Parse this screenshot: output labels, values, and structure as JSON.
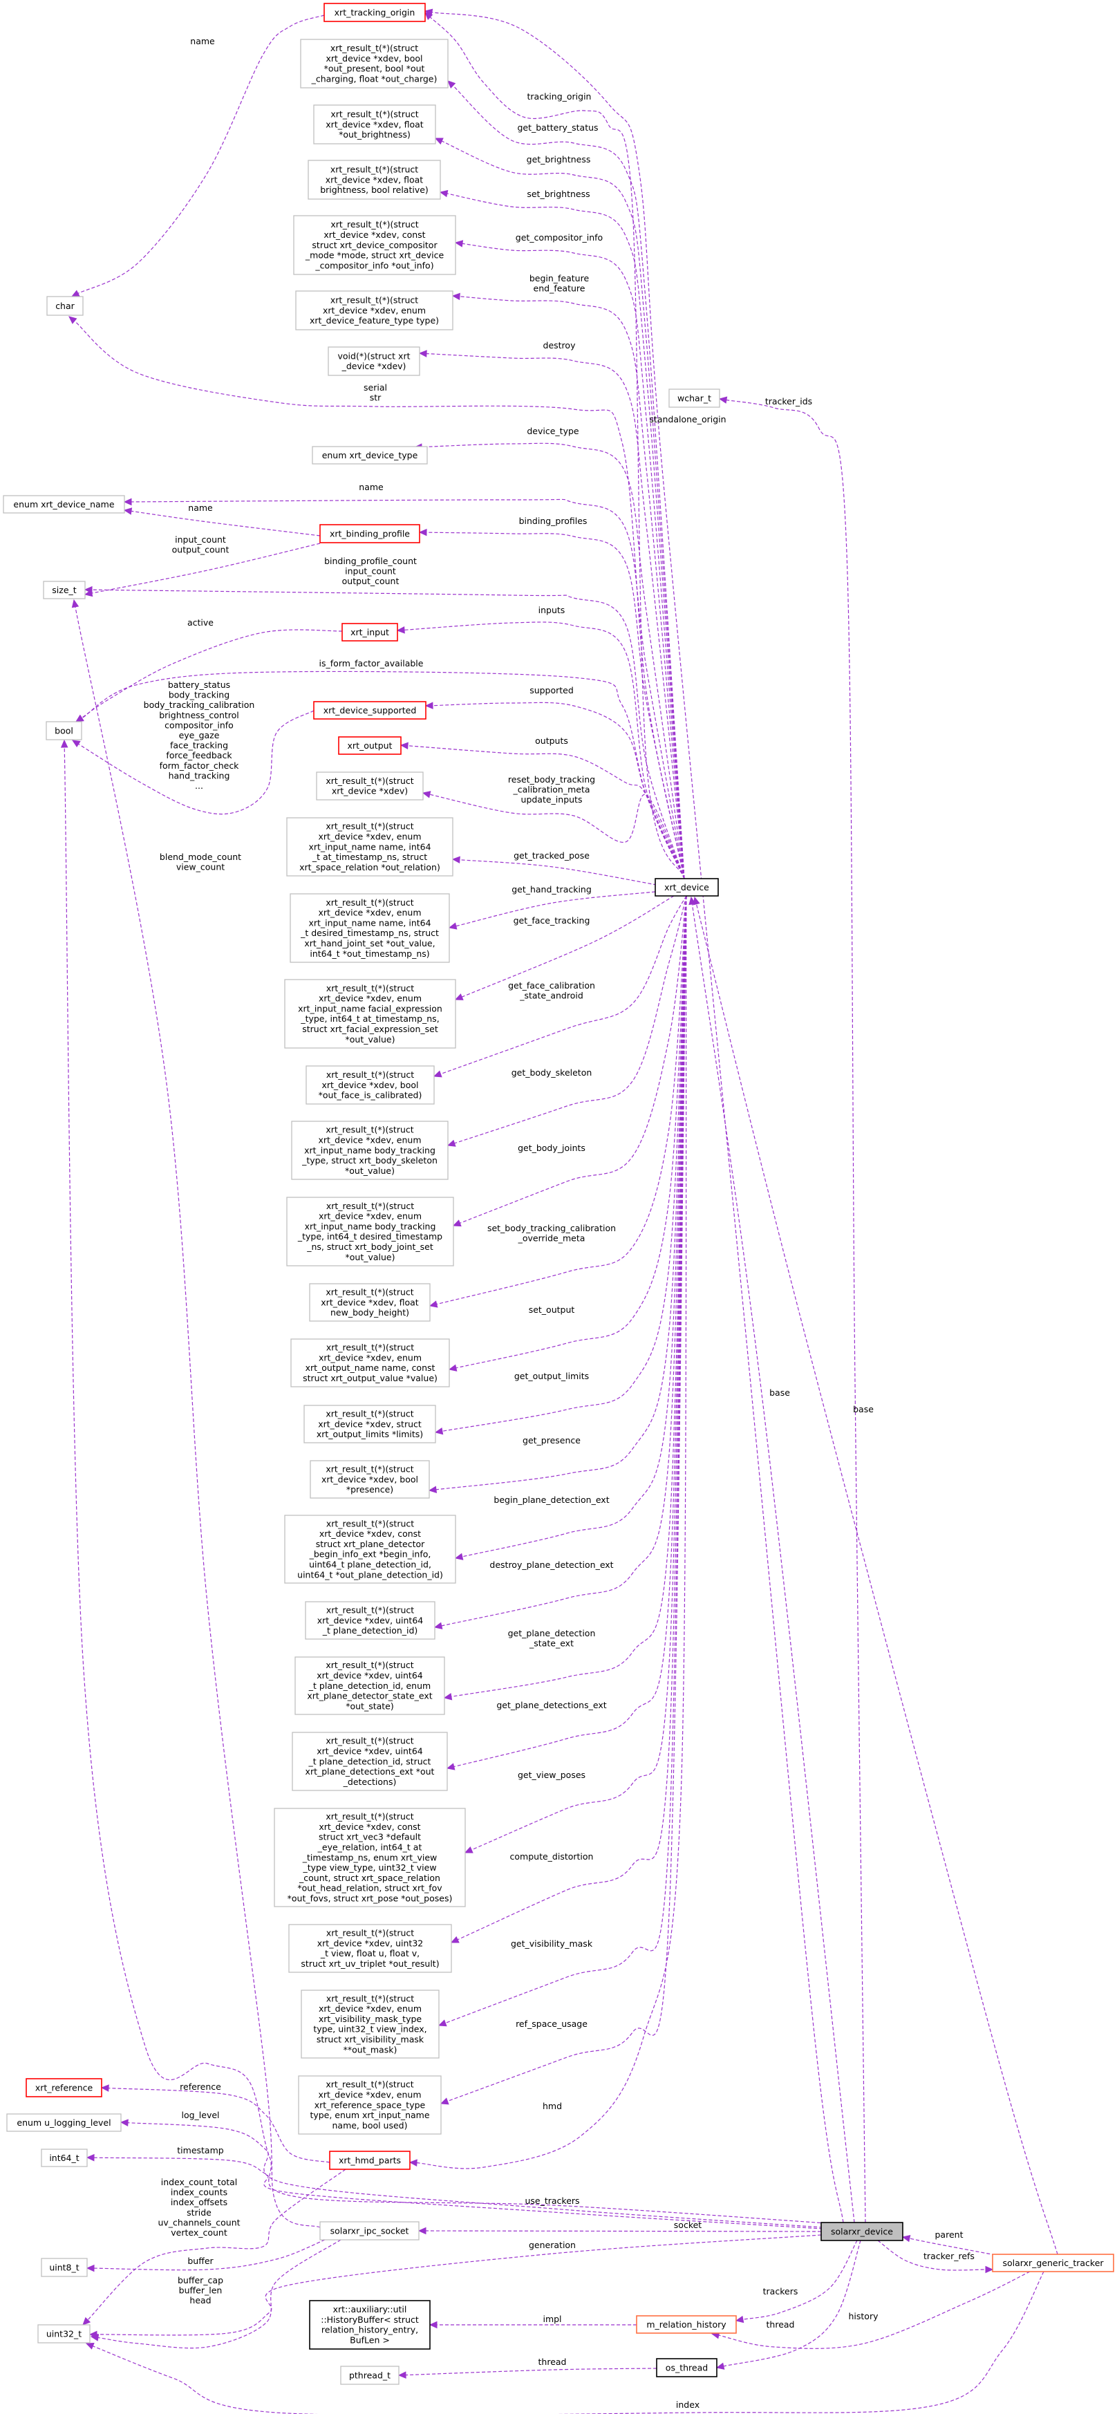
{
  "diagram_type": "collaboration graph",
  "colors": {
    "edge": "#9a32cd",
    "gray": "#bfbfbf",
    "red": "#ff0000",
    "orange": "#ff7043",
    "black": "#000000",
    "focus_fill": "#bfbfbf"
  },
  "nodes": [
    {
      "id": "tracking_origin",
      "kind": "red",
      "lines": [
        "xrt_tracking_origin"
      ]
    },
    {
      "id": "fn_battery",
      "kind": "gray",
      "lines": [
        "xrt_result_t(*)(struct",
        "xrt_device *xdev, bool",
        "*out_present, bool *out",
        "_charging, float *out_charge)"
      ]
    },
    {
      "id": "fn_get_brightness",
      "kind": "gray",
      "lines": [
        "xrt_result_t(*)(struct",
        "xrt_device *xdev, float",
        "*out_brightness)"
      ]
    },
    {
      "id": "fn_set_brightness",
      "kind": "gray",
      "lines": [
        "xrt_result_t(*)(struct",
        "xrt_device *xdev, float",
        "brightness, bool relative)"
      ]
    },
    {
      "id": "fn_compositor",
      "kind": "gray",
      "lines": [
        "xrt_result_t(*)(struct",
        "xrt_device *xdev, const",
        "struct xrt_device_compositor",
        "_mode *mode, struct xrt_device",
        "_compositor_info *out_info)"
      ]
    },
    {
      "id": "fn_feature",
      "kind": "gray",
      "lines": [
        "xrt_result_t(*)(struct",
        "xrt_device *xdev, enum",
        "xrt_device_feature_type type)"
      ]
    },
    {
      "id": "fn_destroy",
      "kind": "gray",
      "lines": [
        "void(*)(struct xrt",
        "_device *xdev)"
      ]
    },
    {
      "id": "char",
      "kind": "gray",
      "lines": [
        "char"
      ]
    },
    {
      "id": "wchar",
      "kind": "gray",
      "lines": [
        "wchar_t"
      ]
    },
    {
      "id": "device_type",
      "kind": "gray",
      "lines": [
        "enum xrt_device_type"
      ]
    },
    {
      "id": "device_name",
      "kind": "gray",
      "lines": [
        "enum xrt_device_name"
      ]
    },
    {
      "id": "binding_profile",
      "kind": "red",
      "lines": [
        "xrt_binding_profile"
      ]
    },
    {
      "id": "size_t",
      "kind": "gray",
      "lines": [
        "size_t"
      ]
    },
    {
      "id": "xrt_input",
      "kind": "red",
      "lines": [
        "xrt_input"
      ]
    },
    {
      "id": "device_supported",
      "kind": "red",
      "lines": [
        "xrt_device_supported"
      ]
    },
    {
      "id": "bool",
      "kind": "gray",
      "lines": [
        "bool"
      ]
    },
    {
      "id": "xrt_output",
      "kind": "red",
      "lines": [
        "xrt_output"
      ]
    },
    {
      "id": "fn_update",
      "kind": "gray",
      "lines": [
        "xrt_result_t(*)(struct",
        "xrt_device *xdev)"
      ]
    },
    {
      "id": "fn_tracked_pose",
      "kind": "gray",
      "lines": [
        "xrt_result_t(*)(struct",
        "xrt_device *xdev, enum",
        "xrt_input_name name, int64",
        "_t at_timestamp_ns, struct",
        "xrt_space_relation *out_relation)"
      ]
    },
    {
      "id": "fn_hand",
      "kind": "gray",
      "lines": [
        "xrt_result_t(*)(struct",
        "xrt_device *xdev, enum",
        "xrt_input_name name, int64",
        "_t desired_timestamp_ns, struct",
        "xrt_hand_joint_set *out_value,",
        "int64_t *out_timestamp_ns)"
      ]
    },
    {
      "id": "fn_face",
      "kind": "gray",
      "lines": [
        "xrt_result_t(*)(struct",
        "xrt_device *xdev, enum",
        "xrt_input_name facial_expression",
        "_type, int64_t at_timestamp_ns,",
        "struct xrt_facial_expression_set",
        "*out_value)"
      ]
    },
    {
      "id": "fn_face_cal",
      "kind": "gray",
      "lines": [
        "xrt_result_t(*)(struct",
        "xrt_device *xdev, bool",
        "*out_face_is_calibrated)"
      ]
    },
    {
      "id": "fn_body_skeleton",
      "kind": "gray",
      "lines": [
        "xrt_result_t(*)(struct",
        "xrt_device *xdev, enum",
        "xrt_input_name body_tracking",
        "_type, struct xrt_body_skeleton",
        "*out_value)"
      ]
    },
    {
      "id": "fn_body_joints",
      "kind": "gray",
      "lines": [
        "xrt_result_t(*)(struct",
        "xrt_device *xdev, enum",
        "xrt_input_name body_tracking",
        "_type, int64_t desired_timestamp",
        "_ns, struct xrt_body_joint_set",
        "*out_value)"
      ]
    },
    {
      "id": "fn_body_height",
      "kind": "gray",
      "lines": [
        "xrt_result_t(*)(struct",
        "xrt_device *xdev, float",
        "new_body_height)"
      ]
    },
    {
      "id": "fn_set_output",
      "kind": "gray",
      "lines": [
        "xrt_result_t(*)(struct",
        "xrt_device *xdev, enum",
        "xrt_output_name name, const",
        "struct xrt_output_value *value)"
      ]
    },
    {
      "id": "fn_output_limits",
      "kind": "gray",
      "lines": [
        "xrt_result_t(*)(struct",
        "xrt_device *xdev, struct",
        "xrt_output_limits *limits)"
      ]
    },
    {
      "id": "fn_presence",
      "kind": "gray",
      "lines": [
        "xrt_result_t(*)(struct",
        "xrt_device *xdev, bool",
        "*presence)"
      ]
    },
    {
      "id": "fn_begin_plane",
      "kind": "gray",
      "lines": [
        "xrt_result_t(*)(struct",
        "xrt_device *xdev, const",
        "struct xrt_plane_detector",
        "_begin_info_ext *begin_info,",
        "uint64_t plane_detection_id,",
        "uint64_t *out_plane_detection_id)"
      ]
    },
    {
      "id": "fn_destroy_plane",
      "kind": "gray",
      "lines": [
        "xrt_result_t(*)(struct",
        "xrt_device *xdev, uint64",
        "_t plane_detection_id)"
      ]
    },
    {
      "id": "fn_plane_state",
      "kind": "gray",
      "lines": [
        "xrt_result_t(*)(struct",
        "xrt_device *xdev, uint64",
        "_t plane_detection_id, enum",
        "xrt_plane_detector_state_ext",
        "*out_state)"
      ]
    },
    {
      "id": "fn_plane_detections",
      "kind": "gray",
      "lines": [
        "xrt_result_t(*)(struct",
        "xrt_device *xdev, uint64",
        "_t plane_detection_id, struct",
        "xrt_plane_detections_ext *out",
        "_detections)"
      ]
    },
    {
      "id": "fn_view_poses",
      "kind": "gray",
      "lines": [
        "xrt_result_t(*)(struct",
        "xrt_device *xdev, const",
        "struct xrt_vec3 *default",
        "_eye_relation, int64_t at",
        "_timestamp_ns, enum xrt_view",
        "_type view_type, uint32_t view",
        "_count, struct xrt_space_relation",
        "*out_head_relation, struct xrt_fov",
        "*out_fovs, struct xrt_pose *out_poses)"
      ]
    },
    {
      "id": "fn_distortion",
      "kind": "gray",
      "lines": [
        "xrt_result_t(*)(struct",
        "xrt_device *xdev, uint32",
        "_t view, float u, float v,",
        "struct xrt_uv_triplet *out_result)"
      ]
    },
    {
      "id": "fn_visibility",
      "kind": "gray",
      "lines": [
        "xrt_result_t(*)(struct",
        "xrt_device *xdev, enum",
        "xrt_visibility_mask_type",
        "type, uint32_t view_index,",
        "struct xrt_visibility_mask",
        "**out_mask)"
      ]
    },
    {
      "id": "fn_ref_space",
      "kind": "gray",
      "lines": [
        "xrt_result_t(*)(struct",
        "xrt_device *xdev, enum",
        "xrt_reference_space_type",
        "type, enum xrt_input_name",
        "name, bool used)"
      ]
    },
    {
      "id": "xrt_device",
      "kind": "black",
      "lines": [
        "xrt_device"
      ]
    },
    {
      "id": "xrt_reference",
      "kind": "red",
      "lines": [
        "xrt_reference"
      ]
    },
    {
      "id": "u_logging_level",
      "kind": "gray",
      "lines": [
        "enum u_logging_level"
      ]
    },
    {
      "id": "int64",
      "kind": "gray",
      "lines": [
        "int64_t"
      ]
    },
    {
      "id": "hmd_parts",
      "kind": "red",
      "lines": [
        "xrt_hmd_parts"
      ]
    },
    {
      "id": "ipc_socket",
      "kind": "gray",
      "lines": [
        "solarxr_ipc_socket"
      ]
    },
    {
      "id": "uint8",
      "kind": "gray",
      "lines": [
        "uint8_t"
      ]
    },
    {
      "id": "uint32",
      "kind": "gray",
      "lines": [
        "uint32_t"
      ]
    },
    {
      "id": "history_buffer",
      "kind": "black",
      "lines": [
        "xrt::auxiliary::util",
        "::HistoryBuffer< struct",
        "relation_history_entry,",
        "BufLen >"
      ]
    },
    {
      "id": "pthread",
      "kind": "gray",
      "lines": [
        "pthread_t"
      ]
    },
    {
      "id": "solarxr_device",
      "kind": "focus",
      "lines": [
        "solarxr_device"
      ]
    },
    {
      "id": "generic_tracker",
      "kind": "orange",
      "lines": [
        "solarxr_generic_tracker"
      ]
    },
    {
      "id": "m_relation_history",
      "kind": "orange",
      "lines": [
        "m_relation_history"
      ]
    },
    {
      "id": "os_thread",
      "kind": "black",
      "lines": [
        "os_thread"
      ]
    }
  ],
  "edges": [
    {
      "from": "xrt_device",
      "to": "tracking_origin",
      "label": [
        "tracking_origin"
      ]
    },
    {
      "from": "xrt_device",
      "to": "fn_battery",
      "label": [
        "get_battery_status"
      ]
    },
    {
      "from": "xrt_device",
      "to": "fn_get_brightness",
      "label": [
        "get_brightness"
      ]
    },
    {
      "from": "xrt_device",
      "to": "fn_set_brightness",
      "label": [
        "set_brightness"
      ]
    },
    {
      "from": "xrt_device",
      "to": "fn_compositor",
      "label": [
        "get_compositor_info"
      ]
    },
    {
      "from": "xrt_device",
      "to": "fn_feature",
      "label": [
        "begin_feature",
        "end_feature"
      ]
    },
    {
      "from": "xrt_device",
      "to": "fn_destroy",
      "label": [
        "destroy"
      ]
    },
    {
      "from": "xrt_device",
      "to": "char",
      "label": [
        "serial",
        "str"
      ]
    },
    {
      "from": "xrt_device",
      "to": "device_type",
      "label": [
        "device_type"
      ]
    },
    {
      "from": "xrt_device",
      "to": "device_name",
      "label": [
        "name"
      ]
    },
    {
      "from": "xrt_device",
      "to": "binding_profile",
      "label": [
        "binding_profiles"
      ]
    },
    {
      "from": "xrt_device",
      "to": "size_t",
      "label": [
        "binding_profile_count",
        "input_count",
        "output_count"
      ]
    },
    {
      "from": "xrt_device",
      "to": "xrt_input",
      "label": [
        "inputs"
      ]
    },
    {
      "from": "xrt_device",
      "to": "bool",
      "label": [
        "is_form_factor_available"
      ]
    },
    {
      "from": "xrt_device",
      "to": "device_supported",
      "label": [
        "supported"
      ]
    },
    {
      "from": "xrt_device",
      "to": "xrt_output",
      "label": [
        "outputs"
      ]
    },
    {
      "from": "xrt_device",
      "to": "fn_update",
      "label": [
        "reset_body_tracking",
        "_calibration_meta",
        "update_inputs"
      ]
    },
    {
      "from": "xrt_device",
      "to": "fn_tracked_pose",
      "label": [
        "get_tracked_pose"
      ]
    },
    {
      "from": "xrt_device",
      "to": "fn_hand",
      "label": [
        "get_hand_tracking"
      ]
    },
    {
      "from": "xrt_device",
      "to": "fn_face",
      "label": [
        "get_face_tracking"
      ]
    },
    {
      "from": "xrt_device",
      "to": "fn_face_cal",
      "label": [
        "get_face_calibration",
        "_state_android"
      ]
    },
    {
      "from": "xrt_device",
      "to": "fn_body_skeleton",
      "label": [
        "get_body_skeleton"
      ]
    },
    {
      "from": "xrt_device",
      "to": "fn_body_joints",
      "label": [
        "get_body_joints"
      ]
    },
    {
      "from": "xrt_device",
      "to": "fn_body_height",
      "label": [
        "set_body_tracking_calibration",
        "_override_meta"
      ]
    },
    {
      "from": "xrt_device",
      "to": "fn_set_output",
      "label": [
        "set_output"
      ]
    },
    {
      "from": "xrt_device",
      "to": "fn_output_limits",
      "label": [
        "get_output_limits"
      ]
    },
    {
      "from": "xrt_device",
      "to": "fn_presence",
      "label": [
        "get_presence"
      ]
    },
    {
      "from": "xrt_device",
      "to": "fn_begin_plane",
      "label": [
        "begin_plane_detection_ext"
      ]
    },
    {
      "from": "xrt_device",
      "to": "fn_destroy_plane",
      "label": [
        "destroy_plane_detection_ext"
      ]
    },
    {
      "from": "xrt_device",
      "to": "fn_plane_state",
      "label": [
        "get_plane_detection",
        "_state_ext"
      ]
    },
    {
      "from": "xrt_device",
      "to": "fn_plane_detections",
      "label": [
        "get_plane_detections_ext"
      ]
    },
    {
      "from": "xrt_device",
      "to": "fn_view_poses",
      "label": [
        "get_view_poses"
      ]
    },
    {
      "from": "xrt_device",
      "to": "fn_distortion",
      "label": [
        "compute_distortion"
      ]
    },
    {
      "from": "xrt_device",
      "to": "fn_visibility",
      "label": [
        "get_visibility_mask"
      ]
    },
    {
      "from": "xrt_device",
      "to": "fn_ref_space",
      "label": [
        "ref_space_usage"
      ]
    },
    {
      "from": "xrt_device",
      "to": "hmd_parts",
      "label": [
        "hmd"
      ]
    },
    {
      "from": "tracking_origin",
      "to": "char",
      "label": [
        "name"
      ]
    },
    {
      "from": "binding_profile",
      "to": "device_name",
      "label": [
        "name"
      ]
    },
    {
      "from": "binding_profile",
      "to": "size_t",
      "label": [
        "input_count",
        "output_count"
      ]
    },
    {
      "from": "xrt_input",
      "to": "bool",
      "label": [
        "active"
      ]
    },
    {
      "from": "device_supported",
      "to": "bool",
      "label": [
        "battery_status",
        "body_tracking",
        "body_tracking_calibration",
        "brightness_control",
        "compositor_info",
        "eye_gaze",
        "face_tracking",
        "force_feedback",
        "form_factor_check",
        "hand_tracking",
        "..."
      ]
    },
    {
      "from": "hmd_parts",
      "to": "size_t",
      "label": [
        "blend_mode_count",
        "view_count"
      ]
    },
    {
      "from": "solarxr_device",
      "to": "tracking_origin",
      "label": [
        "standalone_origin"
      ]
    },
    {
      "from": "solarxr_device",
      "to": "wchar",
      "label": [
        "tracker_ids"
      ]
    },
    {
      "from": "solarxr_device",
      "to": "xrt_device",
      "label": [
        "base"
      ]
    },
    {
      "from": "generic_tracker",
      "to": "xrt_device",
      "label": [
        "base"
      ]
    },
    {
      "from": "hmd_parts",
      "to": "xrt_reference",
      "label": [
        "reference"
      ]
    },
    {
      "from": "solarxr_device",
      "to": "u_logging_level",
      "label": [
        "log_level"
      ]
    },
    {
      "from": "solarxr_device",
      "to": "int64",
      "label": [
        "timestamp"
      ]
    },
    {
      "from": "hmd_parts",
      "to": "uint32",
      "label": [
        "index_count_total",
        "index_counts",
        "index_offsets",
        "stride",
        "uv_channels_count",
        "vertex_count"
      ]
    },
    {
      "from": "solarxr_device",
      "to": "bool",
      "label": [
        "use_trackers"
      ]
    },
    {
      "from": "solarxr_device",
      "to": "ipc_socket",
      "label": [
        "socket"
      ]
    },
    {
      "from": "solarxr_device",
      "to": "uint32",
      "label": [
        "generation"
      ]
    },
    {
      "from": "ipc_socket",
      "to": "uint8",
      "label": [
        "buffer"
      ]
    },
    {
      "from": "ipc_socket",
      "to": "uint32",
      "label": [
        "buffer_cap",
        "buffer_len",
        "head"
      ]
    },
    {
      "from": "generic_tracker",
      "to": "solarxr_device",
      "label": [
        "parent"
      ]
    },
    {
      "from": "solarxr_device",
      "to": "generic_tracker",
      "label": [
        "tracker_refs"
      ]
    },
    {
      "from": "solarxr_device",
      "to": "m_relation_history",
      "label": [
        "trackers"
      ]
    },
    {
      "from": "m_relation_history",
      "to": "history_buffer",
      "label": [
        "impl"
      ]
    },
    {
      "from": "generic_tracker",
      "to": "m_relation_history",
      "label": [
        "history"
      ]
    },
    {
      "from": "solarxr_device",
      "to": "os_thread",
      "label": [
        "thread"
      ]
    },
    {
      "from": "os_thread",
      "to": "pthread",
      "label": [
        "thread"
      ]
    },
    {
      "from": "generic_tracker",
      "to": "uint32",
      "label": [
        "index"
      ]
    }
  ]
}
